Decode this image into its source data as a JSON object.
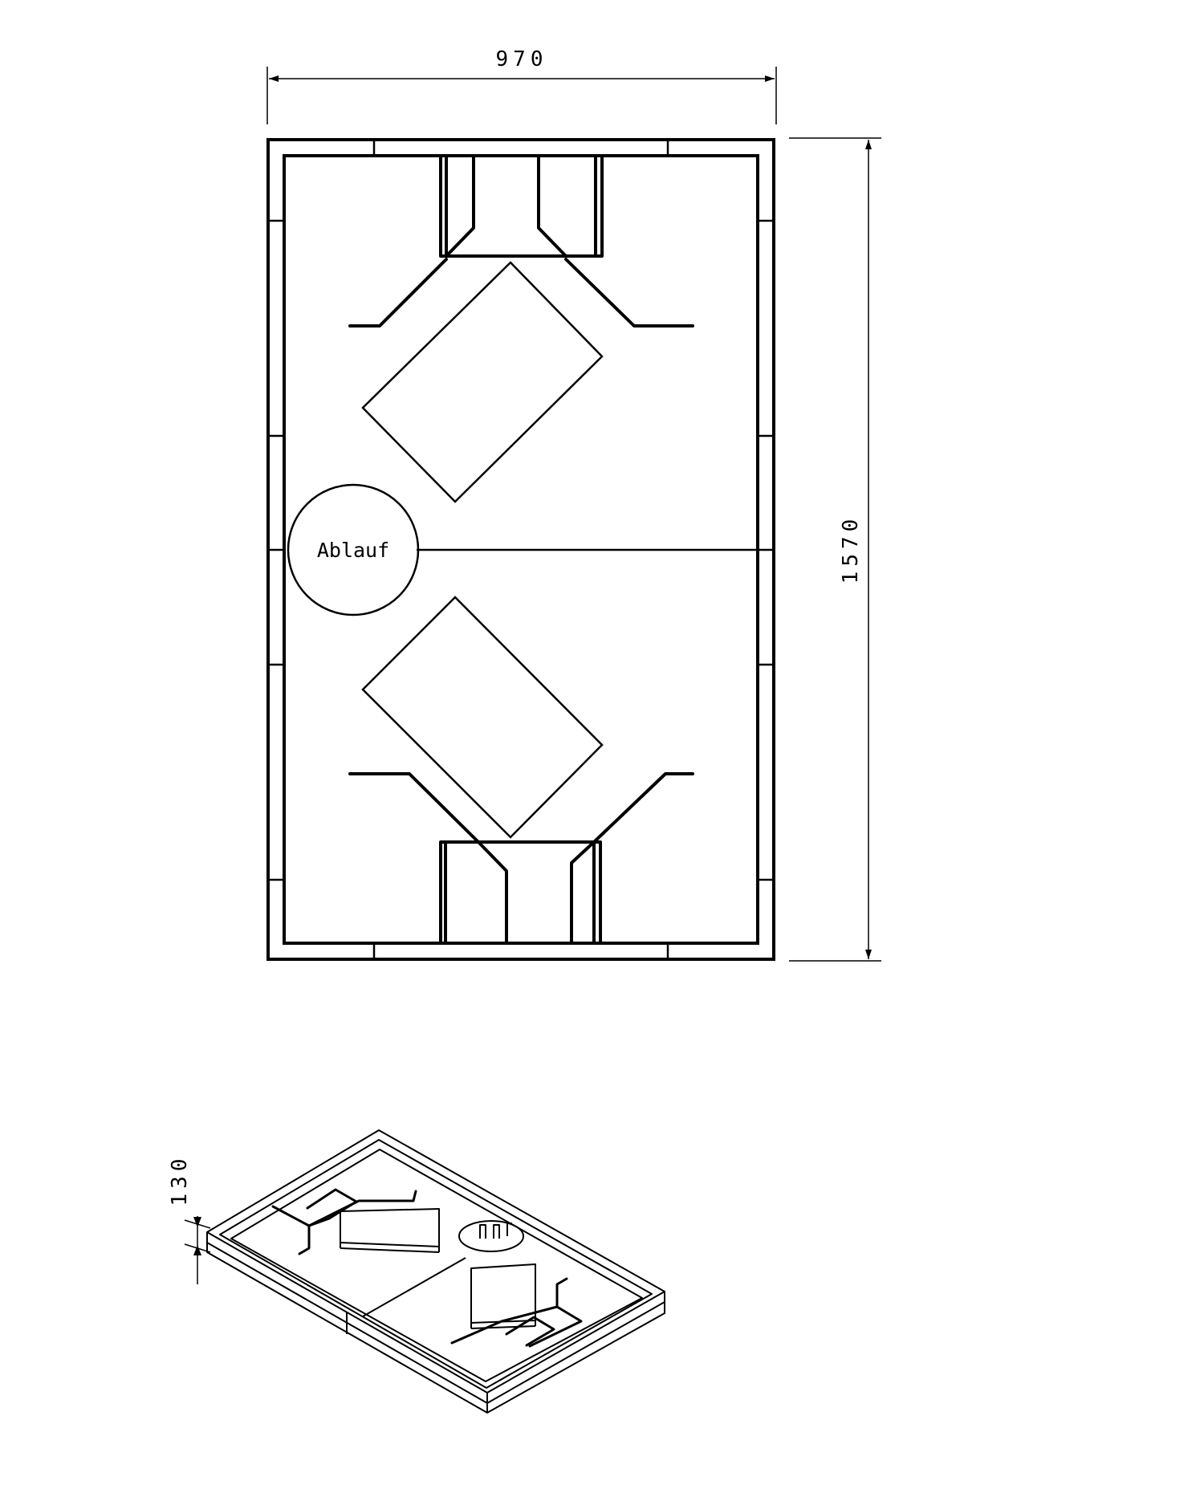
{
  "dimensions": {
    "width": "970",
    "length": "1570",
    "height": "130"
  },
  "labels": {
    "drain": "Ablauf"
  },
  "colors": {
    "line": "#000000",
    "background": "#ffffff"
  }
}
